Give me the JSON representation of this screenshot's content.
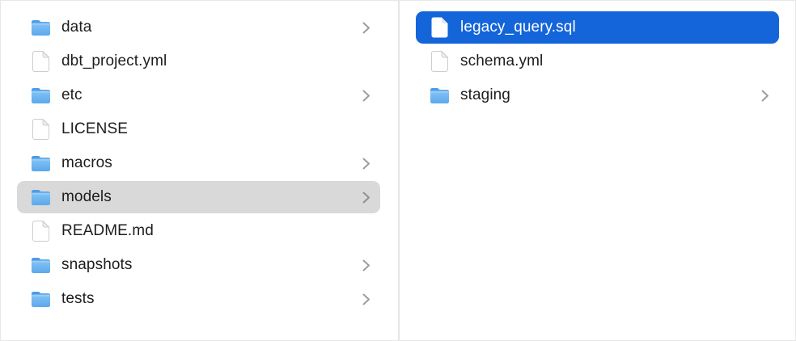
{
  "colors": {
    "selection_blue": "#1465da",
    "selection_gray": "#d9d9d9",
    "divider": "#e5e5e5",
    "text": "#1d1d1f",
    "selected_text": "#ffffff",
    "folder_blue_top": "#4e9ce6",
    "folder_blue_body": "#74bbf3",
    "chevron_gray": "#9b9b9b"
  },
  "columns": [
    {
      "name": "left-column",
      "items": [
        {
          "label": "data",
          "icon": "folder",
          "chevron": true,
          "selected": "none"
        },
        {
          "label": "dbt_project.yml",
          "icon": "file",
          "chevron": false,
          "selected": "none"
        },
        {
          "label": "etc",
          "icon": "folder",
          "chevron": true,
          "selected": "none"
        },
        {
          "label": "LICENSE",
          "icon": "file",
          "chevron": false,
          "selected": "none"
        },
        {
          "label": "macros",
          "icon": "folder",
          "chevron": true,
          "selected": "none"
        },
        {
          "label": "models",
          "icon": "folder",
          "chevron": true,
          "selected": "gray"
        },
        {
          "label": "README.md",
          "icon": "file",
          "chevron": false,
          "selected": "none"
        },
        {
          "label": "snapshots",
          "icon": "folder",
          "chevron": true,
          "selected": "none"
        },
        {
          "label": "tests",
          "icon": "folder",
          "chevron": true,
          "selected": "none"
        }
      ]
    },
    {
      "name": "right-column",
      "items": [
        {
          "label": "legacy_query.sql",
          "icon": "file",
          "chevron": false,
          "selected": "blue"
        },
        {
          "label": "schema.yml",
          "icon": "file",
          "chevron": false,
          "selected": "none"
        },
        {
          "label": "staging",
          "icon": "folder",
          "chevron": true,
          "selected": "none"
        }
      ]
    }
  ]
}
